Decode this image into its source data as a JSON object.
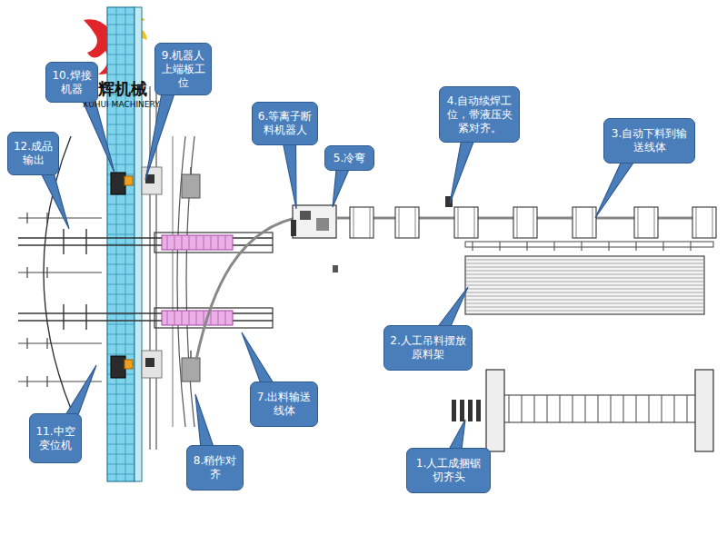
{
  "diagram": {
    "nodes": [
      {
        "text": [
          "1.人工成捆锯切齐头"
        ]
      },
      {
        "text": [
          "2.人工吊料摆放原料架"
        ]
      },
      {
        "text": [
          "3.自动下料到输送线体"
        ]
      },
      {
        "text": [
          "4.自动续焊工位，带液压夹紧对齐。"
        ]
      },
      {
        "text": [
          "5.冷弯"
        ]
      },
      {
        "text": [
          "6.等离子断料机器人"
        ]
      },
      {
        "text": [
          "7.出料输送线体"
        ]
      },
      {
        "text": [
          "8.稍作对齐"
        ]
      },
      {
        "text": [
          "9.机器人上端板工位"
        ]
      },
      {
        "text": [
          "10.焊接机器"
        ]
      },
      {
        "text": [
          "11.中空变位机"
        ]
      },
      {
        "text": [
          "12.成品输出"
        ]
      }
    ],
    "labels": [
      "旭辉机械",
      "XUHUI MACHINERY"
    ]
  }
}
